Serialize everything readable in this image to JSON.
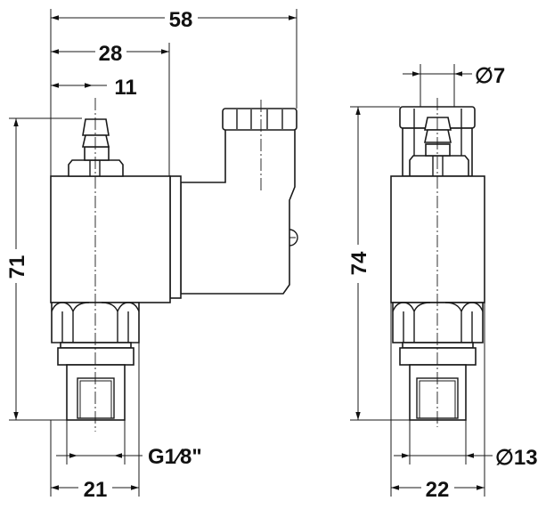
{
  "drawing": {
    "side_view": {
      "overall_width": "58",
      "body_width": "28",
      "barb_offset": "11",
      "height": "71",
      "thread": "G1⁄8\"",
      "fitting_width": "21"
    },
    "front_view": {
      "barb_diameter": "∅7",
      "height": "74",
      "fitting_diameter": "∅13",
      "body_width": "22"
    }
  }
}
